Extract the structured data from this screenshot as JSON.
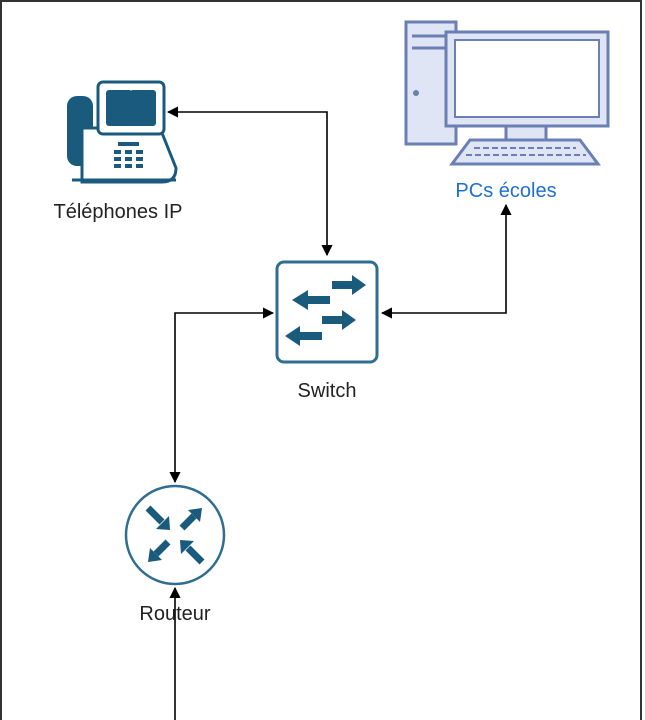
{
  "nodes": {
    "phone": {
      "label": "Téléphones IP",
      "icon": "ip-phone-icon"
    },
    "pc": {
      "label": "PCs écoles",
      "icon": "desktop-pc-icon",
      "label_color": "#1f6fd1"
    },
    "switch": {
      "label": "Switch",
      "icon": "switch-icon"
    },
    "router": {
      "label": "Routeur",
      "icon": "router-icon"
    }
  },
  "colors": {
    "icon_fill": "#1a5b7d",
    "icon_border": "#2f6e91",
    "pc_outline": "#6a7fb3",
    "pc_fill": "#dfe5f4",
    "edge": "#000000",
    "frame": "#333333"
  },
  "edges": [
    {
      "from": "phone",
      "to": "switch",
      "bidirectional": true
    },
    {
      "from": "pc",
      "to": "switch",
      "bidirectional": true
    },
    {
      "from": "switch",
      "to": "router",
      "bidirectional": true
    },
    {
      "from": "external",
      "to": "router",
      "bidirectional": false
    }
  ]
}
